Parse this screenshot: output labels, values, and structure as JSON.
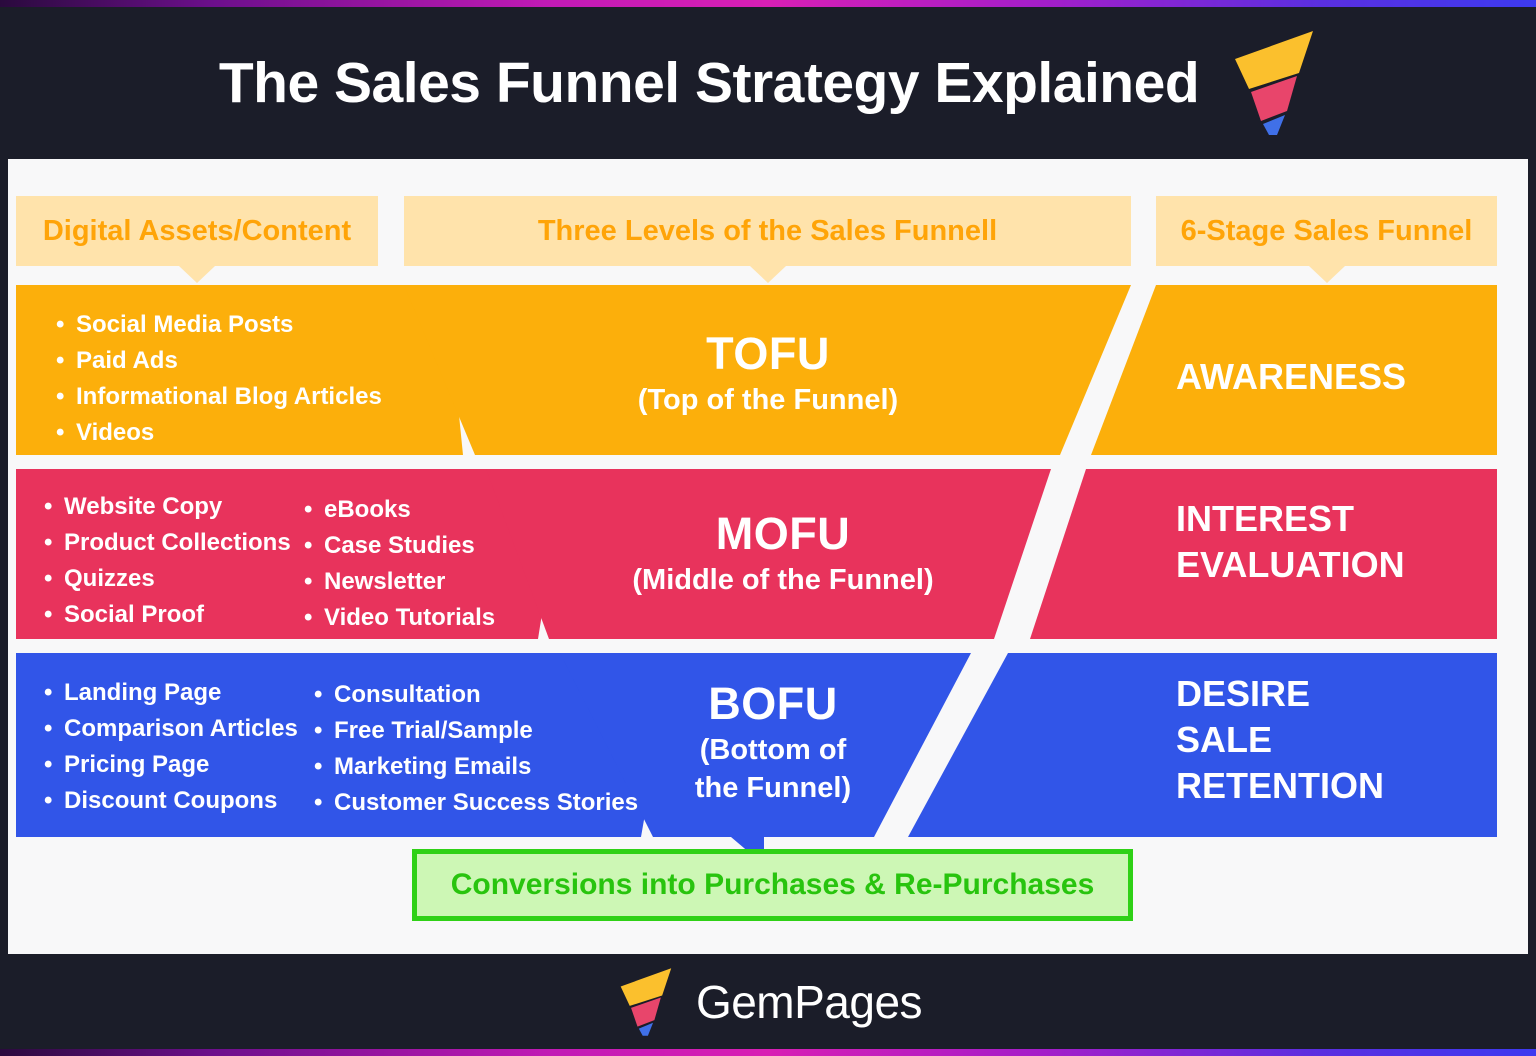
{
  "header": {
    "title": "The Sales Funnel Strategy Explained",
    "logo_icon": "funnel-logo-icon"
  },
  "columns": {
    "assets": "Digital Assets/Content",
    "levels": "Three Levels of the Sales Funnell",
    "stages": "6-Stage Sales Funnel"
  },
  "colors": {
    "tofu": "#FCAF0B",
    "mofu": "#E8335C",
    "bofu": "#3155E8",
    "header_band": "#FFE3AB",
    "header_text": "#FFA408",
    "canvas": "#F8F8F9",
    "dark": "#1B1D29",
    "green_fill": "#CDF7B5",
    "green_border": "#2FD116",
    "green_text": "#28C40E"
  },
  "rows": [
    {
      "key": "tofu",
      "assets_col1": [
        "Social Media Posts",
        "Paid Ads",
        "Informational Blog Articles",
        "Videos"
      ],
      "assets_col2": [],
      "level_abbr": "TOFU",
      "level_full": "(Top of the Funnel)",
      "stages": [
        "AWARENESS"
      ]
    },
    {
      "key": "mofu",
      "assets_col1": [
        "Website Copy",
        "Product Collections",
        "Quizzes",
        "Social Proof"
      ],
      "assets_col2": [
        "eBooks",
        "Case Studies",
        "Newsletter",
        "Video Tutorials"
      ],
      "level_abbr": "MOFU",
      "level_full": "(Middle of the Funnel)",
      "stages": [
        "INTEREST",
        "EVALUATION"
      ]
    },
    {
      "key": "bofu",
      "assets_col1": [
        "Landing Page",
        "Comparison Articles",
        "Pricing Page",
        "Discount Coupons"
      ],
      "assets_col2": [
        "Consultation",
        "Free Trial/Sample",
        "Marketing Emails",
        "Customer Success Stories"
      ],
      "level_abbr": "BOFU",
      "level_full_line1": "(Bottom of",
      "level_full_line2": "the Funnel)",
      "stages": [
        "DESIRE",
        "SALE",
        "RETENTION"
      ]
    }
  ],
  "conversions": "Conversions into Purchases & Re-Purchases",
  "footer": {
    "brand": "GemPages",
    "logo_icon": "funnel-logo-icon"
  }
}
